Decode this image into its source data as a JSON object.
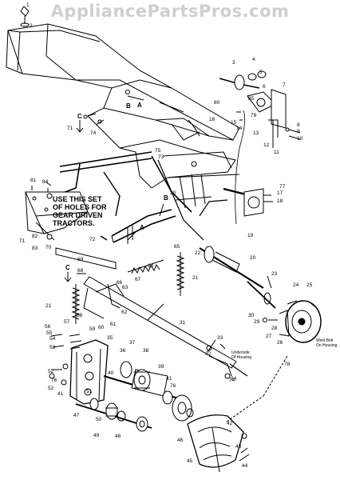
{
  "watermark": "AppliancePartsPros.com",
  "notes": {
    "gear_holes": [
      "USE THIS SET",
      "OF HOLES FOR",
      "GEAR DRIVEN",
      "TRACTORS."
    ],
    "underside": [
      "Underside",
      "Of Housing"
    ],
    "weld_bolt": [
      "Weld Bolt",
      "On Housing"
    ]
  },
  "callouts": {
    "1": "1",
    "2": "2",
    "3": "3",
    "4": "4",
    "5": "5",
    "6": "6",
    "7": "7",
    "8": "8",
    "9": "9",
    "10": "10",
    "11": "11",
    "12": "12",
    "13": "13",
    "14": "14",
    "15": "15",
    "16": "16",
    "17": "17",
    "18": "18",
    "19": "19",
    "20": "20",
    "21": "21",
    "22": "22",
    "23": "23",
    "24": "24",
    "25": "25",
    "26": "26",
    "27": "27",
    "28": "28",
    "29": "29",
    "30": "30",
    "31": "31",
    "32": "32",
    "33": "33",
    "34": "34",
    "35": "35",
    "36": "36",
    "37": "37",
    "38": "38",
    "39": "39",
    "40": "40",
    "41": "41",
    "42": "42",
    "43": "43",
    "44": "44",
    "45": "45",
    "46": "46",
    "47": "47",
    "48": "48",
    "49": "49",
    "50": "50",
    "51": "51",
    "52": "52",
    "53": "53",
    "54": "54",
    "55": "55",
    "56": "56",
    "57": "57",
    "58": "58",
    "59": "59",
    "60": "60",
    "61": "61",
    "62": "62",
    "63": "63",
    "64": "64",
    "65": "65",
    "66": "66",
    "67": "67",
    "68": "68",
    "69": "69",
    "70": "70",
    "71": "71",
    "72": "72",
    "73": "73",
    "74": "74",
    "75": "75",
    "76": "76",
    "77": "77",
    "78": "78",
    "79": "79",
    "80": "80",
    "81": "81",
    "82": "82",
    "83": "83",
    "84": "84",
    "85": "85"
  },
  "letters": {
    "A": "A",
    "B": "B",
    "C": "C"
  }
}
